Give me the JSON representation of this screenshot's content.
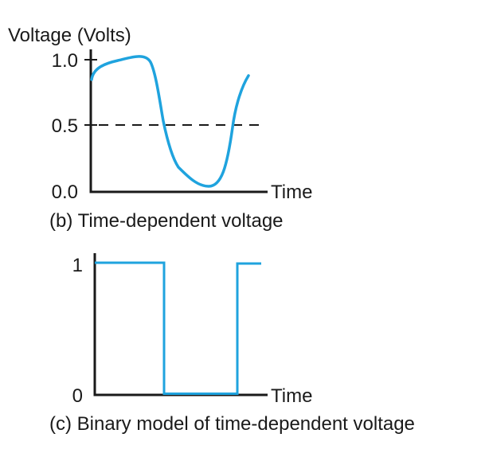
{
  "colors": {
    "signal": "#1fa3de",
    "ink": "#1a1a1a"
  },
  "diagram_b": {
    "y_axis_label": "Voltage (Volts)",
    "ticks": [
      "1.0",
      "0.5",
      "0.0"
    ],
    "x_axis_label": "Time",
    "caption": "(b) Time-dependent voltage"
  },
  "diagram_c": {
    "ticks": [
      "1",
      "0"
    ],
    "x_axis_label": "Time",
    "caption": "(c) Binary model of time-dependent voltage"
  }
}
